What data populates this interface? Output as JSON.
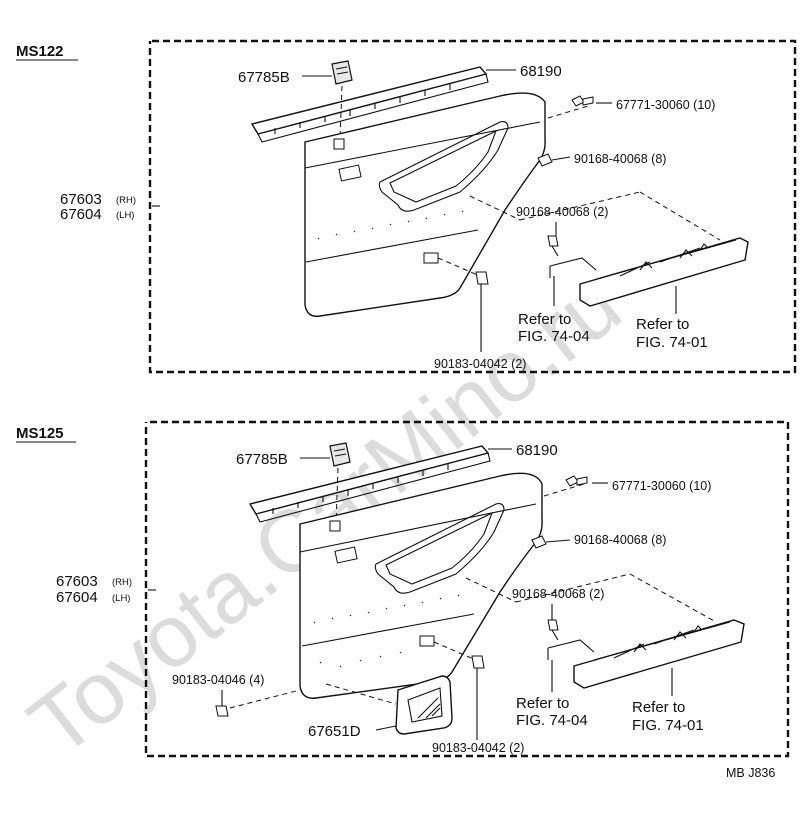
{
  "watermark": "Toyota.CarMino.ru",
  "footer_code": "MB  J836",
  "sections": [
    {
      "code": "MS122",
      "labels": {
        "molding": "68190",
        "cap": "67785B",
        "panel_rh": "67603",
        "panel_rh_tag": "(RH)",
        "panel_lh": "67604",
        "panel_lh_tag": "(LH)",
        "clip_top": "67771-30060 (10)",
        "screw_a": "90168-40068 (8)",
        "screw_b": "90168-40068 (2)",
        "nut_bottom": "90183-04042 (2)",
        "ref_a_line1": "Refer to",
        "ref_a_line2": "FIG. 74-04",
        "ref_b_line1": "Refer to",
        "ref_b_line2": "FIG. 74-01"
      }
    },
    {
      "code": "MS125",
      "labels": {
        "molding": "68190",
        "cap": "67785B",
        "panel_rh": "67603",
        "panel_rh_tag": "(RH)",
        "panel_lh": "67604",
        "panel_lh_tag": "(LH)",
        "clip_top": "67771-30060 (10)",
        "screw_a": "90168-40068 (8)",
        "screw_b": "90168-40068 (2)",
        "nut_bottom": "90183-04042 (2)",
        "nut_left": "90183-04046 (4)",
        "pocket": "67651D",
        "ref_a_line1": "Refer to",
        "ref_a_line2": "FIG. 74-04",
        "ref_b_line1": "Refer to",
        "ref_b_line2": "FIG. 74-01"
      }
    }
  ]
}
